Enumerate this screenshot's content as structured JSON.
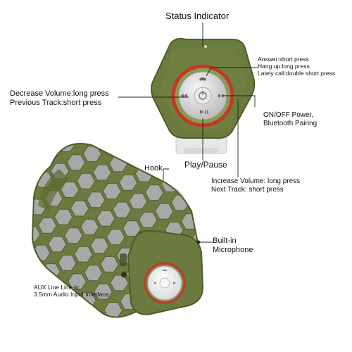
{
  "labels": {
    "status_indicator": "Status Indicator",
    "answer": [
      "Answer:short press",
      "Hang up:long press",
      "Lately call:double short press"
    ],
    "decrease": [
      "Decrease Volume:long press",
      "Previous Track:short press"
    ],
    "on_off": [
      "ON/OFF Power,",
      "Bluetooth Pairing"
    ],
    "play_pause": "Play/Pause",
    "increase": [
      "Increase Volume: long press",
      "Next Track: short press"
    ],
    "hook": "Hook",
    "microphone": [
      "Built-in",
      "Microphone"
    ],
    "aux": [
      "AUX Line Line-in:",
      "3.5mm Audio Input Interface"
    ]
  },
  "colors": {
    "body_green": "#6b7a3e",
    "body_green_dark": "#4f5c2a",
    "mesh_grey": "#9a9a9a",
    "ring_red": "#c0392b",
    "button_silver": "#d7d7d7",
    "button_white": "#f4f4f4"
  },
  "icons": [
    "phone-icon",
    "power-icon",
    "next-track-icon",
    "previous-track-icon",
    "play-pause-icon"
  ]
}
